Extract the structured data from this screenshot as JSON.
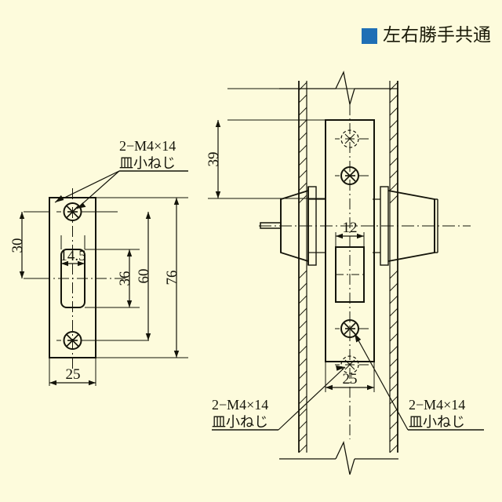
{
  "header": {
    "marker_color": "#1F6FB5",
    "label": "左右勝手共通"
  },
  "colors": {
    "background": "#FDFBDC",
    "line": "#14140a",
    "accent": "#1F6FB5"
  },
  "front_view": {
    "name": "faceplate-front-view",
    "callout": {
      "line1": "2−M4×14",
      "line2": "皿小ねじ"
    },
    "dimensions": {
      "edge_to_hole": "30",
      "slot_width": "14.5",
      "slot_height": "36",
      "hole_spacing": "60",
      "plate_height": "76",
      "plate_width": "25"
    }
  },
  "section_view": {
    "name": "lock-section-view",
    "dimensions": {
      "top_to_plate": "39",
      "latch_width": "12",
      "plate_width": "25"
    },
    "callout_left": {
      "line1": "2−M4×14",
      "line2": "皿小ねじ"
    },
    "callout_right": {
      "line1": "2−M4×14",
      "line2": "皿小ねじ"
    }
  }
}
